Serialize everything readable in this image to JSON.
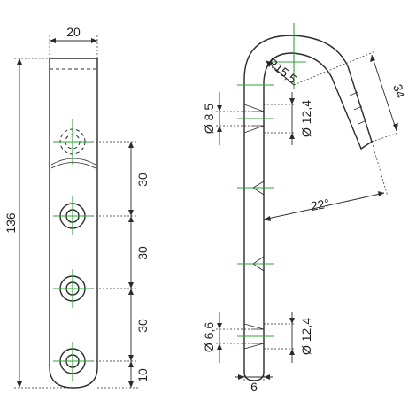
{
  "front_view": {
    "width_label": "20",
    "height_label": "136",
    "spacing_labels": [
      "30",
      "30",
      "30"
    ],
    "end_offset_label": "10"
  },
  "side_view": {
    "radius_label": "R15,5",
    "leg_length_label": "34",
    "angle_label": "22°",
    "upper_bore_label": "Ø 8,5",
    "upper_counterbore_label": "Ø 12,4",
    "lower_bore_label": "Ø 6,6",
    "lower_counterbore_label": "Ø 12,4",
    "thickness_label": "6"
  },
  "colors": {
    "outline": "#2b2b2b",
    "center_lines": "#2fa33a"
  }
}
